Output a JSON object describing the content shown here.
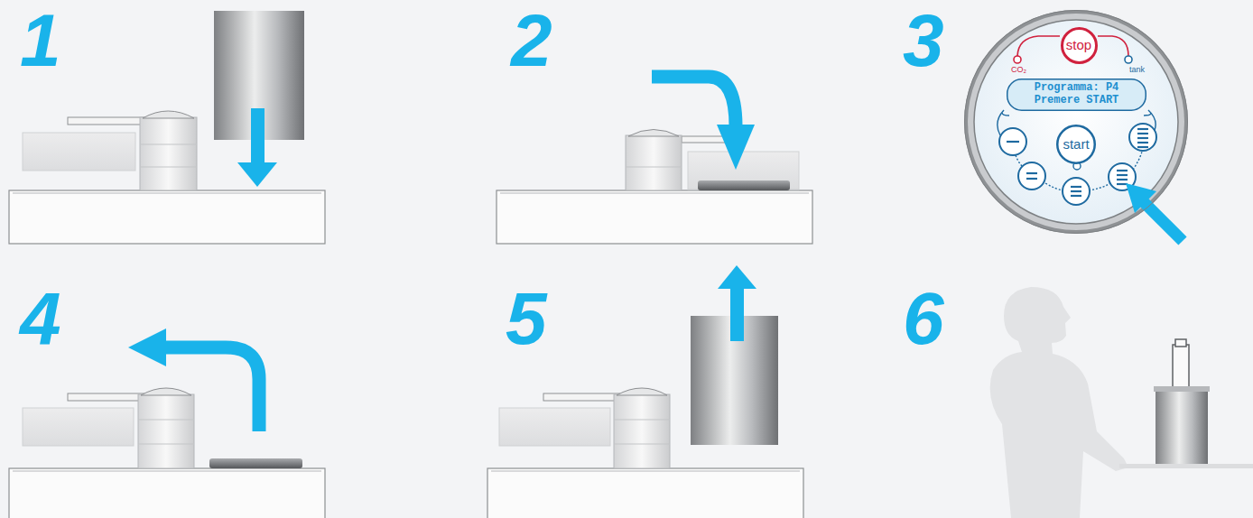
{
  "diagram": {
    "nodes": [
      {
        "text": [
          "CO₂",
          "tank"
        ]
      },
      {
        "text": [
          "stop"
        ],
        "in": 0
      },
      {
        "text": [
          "Programma: P4",
          "Premere START"
        ],
        "in": 0
      },
      {
        "text": [
          "start"
        ],
        "in": 0
      }
    ],
    "labels": [
      "1",
      "2",
      "3",
      "4",
      "5",
      "6"
    ]
  }
}
